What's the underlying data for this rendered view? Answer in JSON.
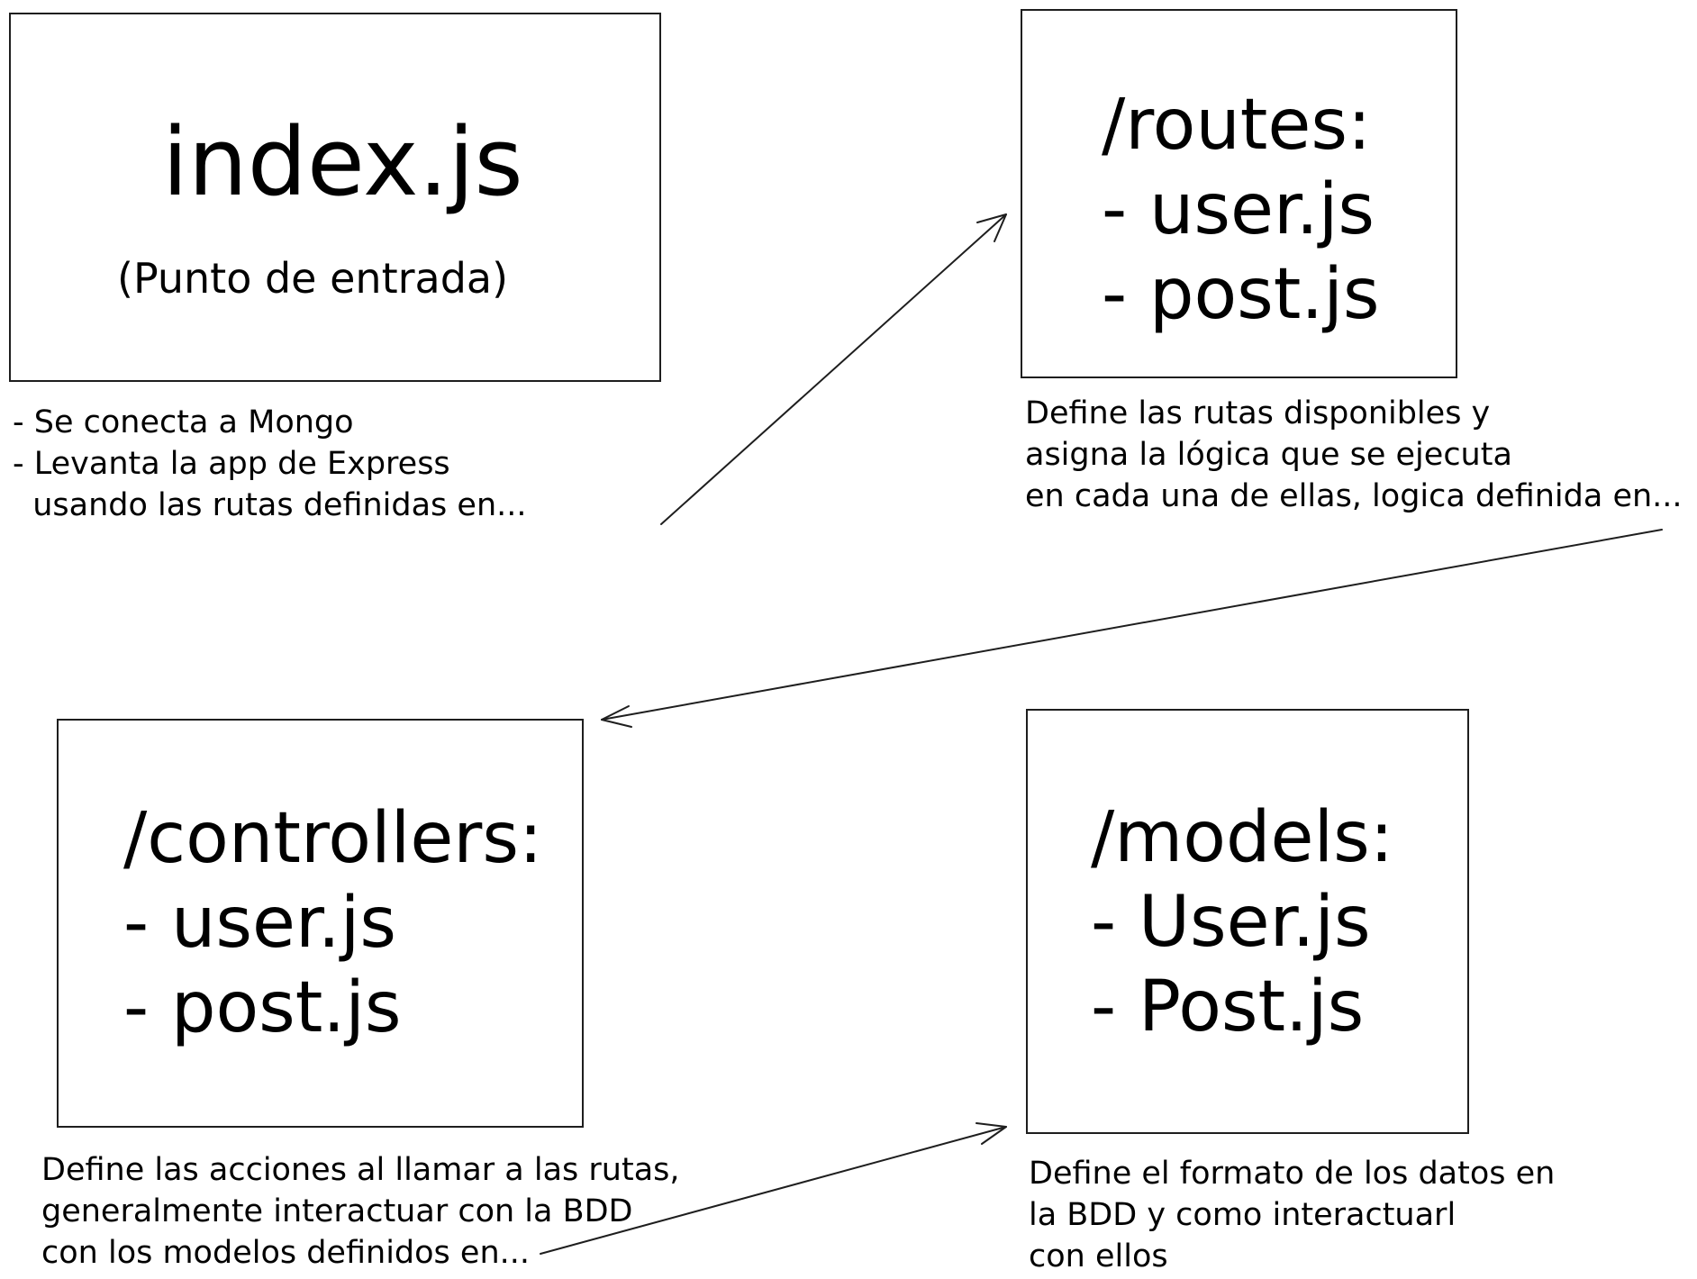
{
  "index": {
    "title": "index.js",
    "subtitle": "(Punto de entrada)",
    "notes": [
      "- Se conecta a Mongo",
      "- Levanta la app de Express",
      "  usando las rutas definidas en..."
    ]
  },
  "routes": {
    "heading": "/routes:",
    "files": [
      "- user.js",
      "- post.js"
    ],
    "notes": [
      "Define las rutas disponibles y",
      "asigna la lógica que se ejecuta",
      "en cada una de ellas, logica definida en..."
    ]
  },
  "controllers": {
    "heading": "/controllers:",
    "files": [
      "- user.js",
      "- post.js"
    ],
    "notes": [
      "Define las acciones al llamar a las rutas,",
      "generalmente interactuar con la BDD",
      "con los modelos definidos en..."
    ]
  },
  "models": {
    "heading": "/models:",
    "files": [
      "- User.js",
      "- Post.js"
    ],
    "notes": [
      "Define el formato de los datos en",
      "la BDD y como interactuarl",
      "con ellos"
    ]
  },
  "colors": {
    "stroke": "#1e1e1e",
    "text": "#000000",
    "background": "#ffffff"
  }
}
